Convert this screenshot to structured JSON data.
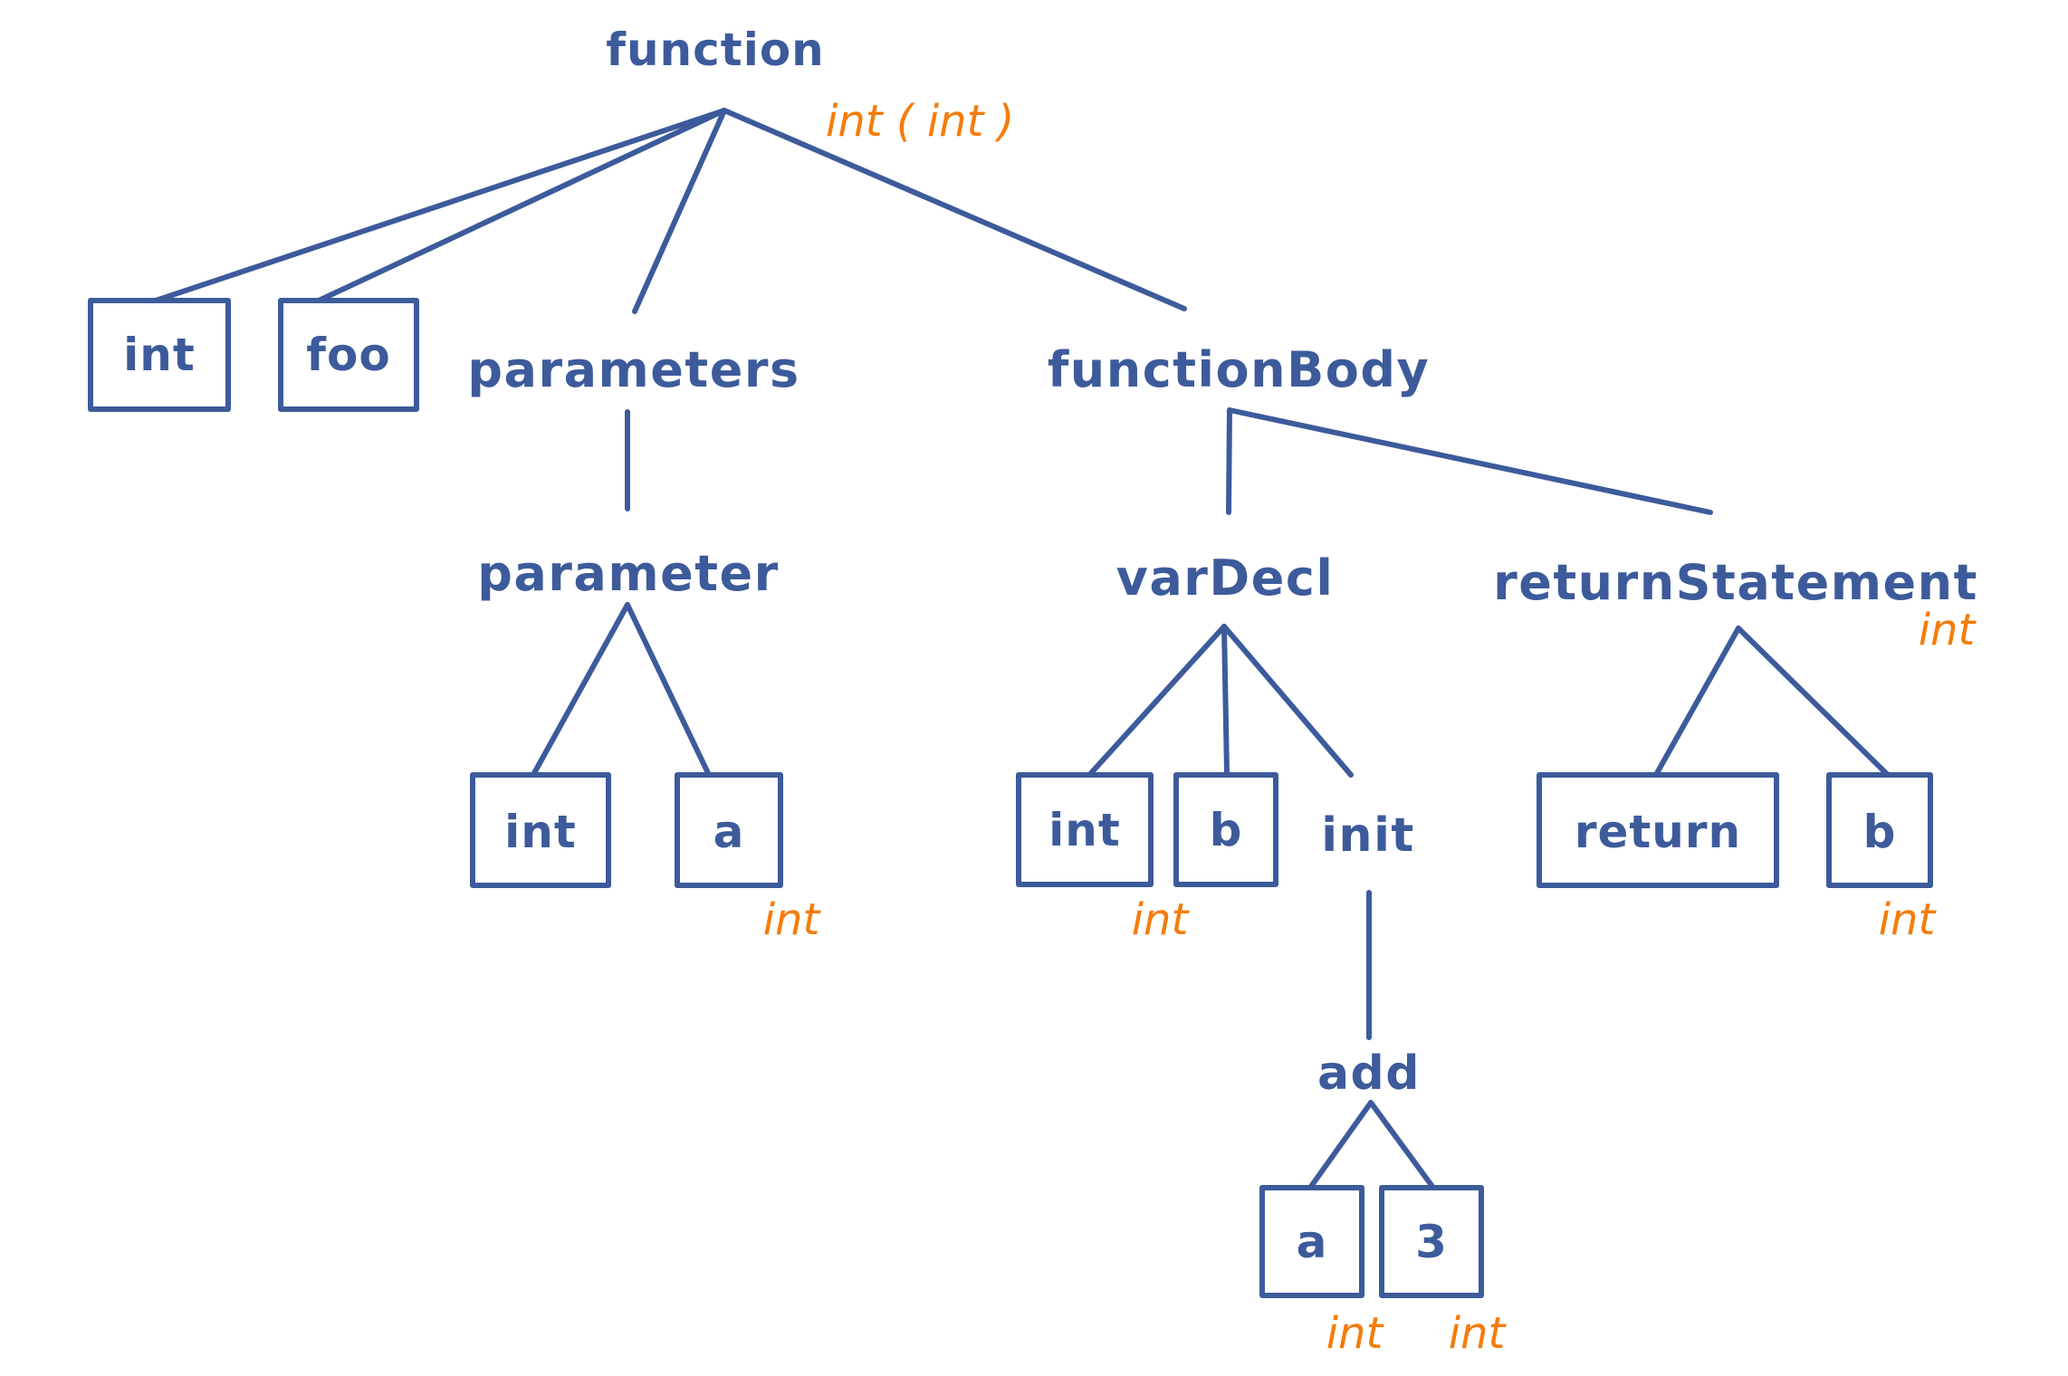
{
  "colors": {
    "node_blue": "#3d5b9b",
    "annotation_orange": "#f57c0b",
    "background": "#ffffff"
  },
  "ast": {
    "function": {
      "label": "function",
      "type": "int ( int )"
    },
    "return_type": {
      "label": "int"
    },
    "function_name": {
      "label": "foo"
    },
    "parameters": {
      "label": "parameters",
      "parameter": {
        "label": "parameter",
        "param_type": {
          "label": "int"
        },
        "param_name": {
          "label": "a",
          "type": "int"
        }
      }
    },
    "function_body": {
      "label": "functionBody",
      "var_decl": {
        "label": "varDecl",
        "var_type": {
          "label": "int"
        },
        "var_name": {
          "label": "b",
          "type": "int"
        },
        "init": {
          "label": "init",
          "add": {
            "label": "add",
            "left": {
              "label": "a",
              "type": "int"
            },
            "right": {
              "label": "3",
              "type": "int"
            }
          }
        }
      },
      "return_statement": {
        "label": "returnStatement",
        "type": "int",
        "return_keyword": {
          "label": "return"
        },
        "return_value": {
          "label": "b",
          "type": "int"
        }
      }
    }
  }
}
